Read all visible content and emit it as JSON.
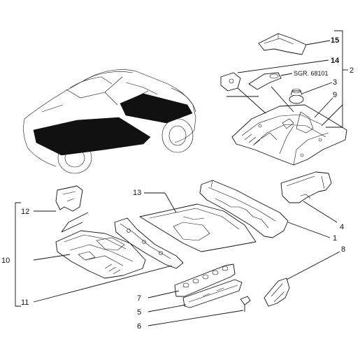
{
  "diagram": {
    "callouts": {
      "c1": "1",
      "c2": "2",
      "c3": "3",
      "c4": "4",
      "c5": "5",
      "c6": "6",
      "c7": "7",
      "c8": "8",
      "c9": "9",
      "c10": "10",
      "c11": "11",
      "c12": "12",
      "c13": "13",
      "c14": "14",
      "c15": "15"
    },
    "reference_label": "SGR. 68101"
  }
}
